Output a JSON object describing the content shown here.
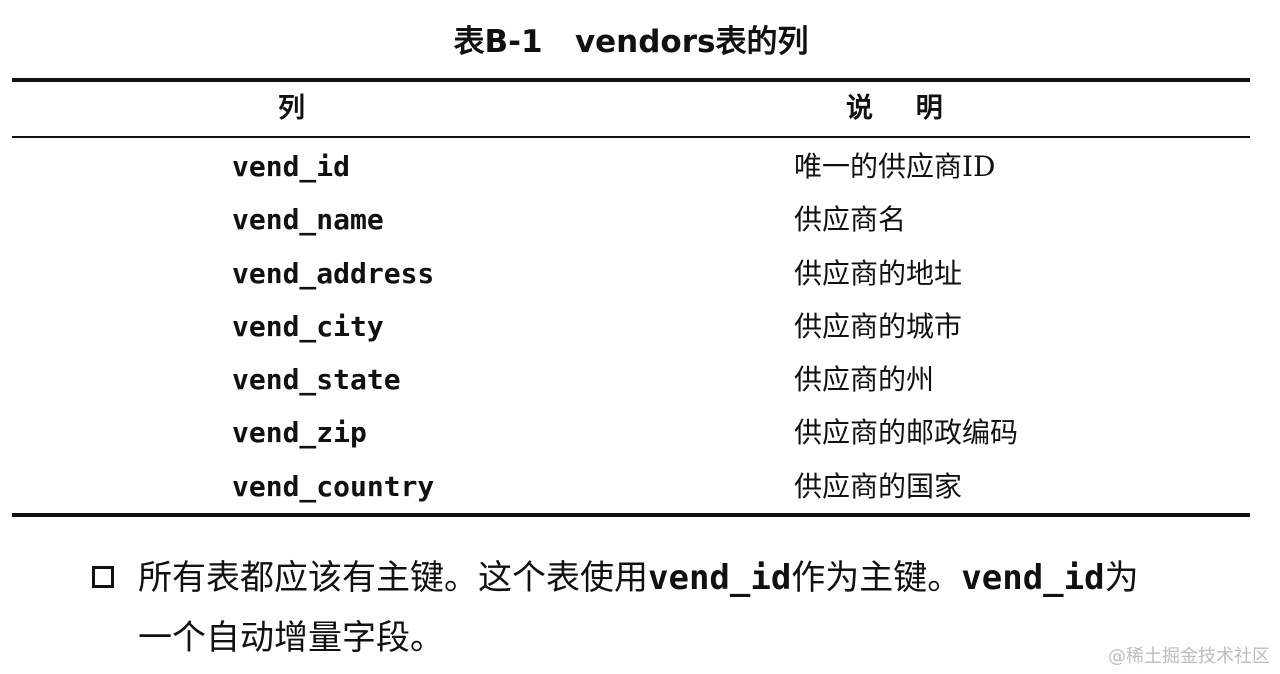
{
  "table": {
    "caption": "表B-1   vendors表的列",
    "header": {
      "column": "列",
      "description": "说  明"
    },
    "rows": [
      {
        "column": "vend_id",
        "description": "唯一的供应商ID"
      },
      {
        "column": "vend_name",
        "description": "供应商名"
      },
      {
        "column": "vend_address",
        "description": "供应商的地址"
      },
      {
        "column": "vend_city",
        "description": "供应商的城市"
      },
      {
        "column": "vend_state",
        "description": "供应商的州"
      },
      {
        "column": "vend_zip",
        "description": "供应商的邮政编码"
      },
      {
        "column": "vend_country",
        "description": "供应商的国家"
      }
    ]
  },
  "note": {
    "part1": "所有表都应该有主键。这个表使用",
    "code1": "vend_id",
    "part2": "作为主键。",
    "code2": "vend_id",
    "part3": "为",
    "line2": "一个自动增量字段。"
  },
  "watermark": "@稀土掘金技术社区"
}
